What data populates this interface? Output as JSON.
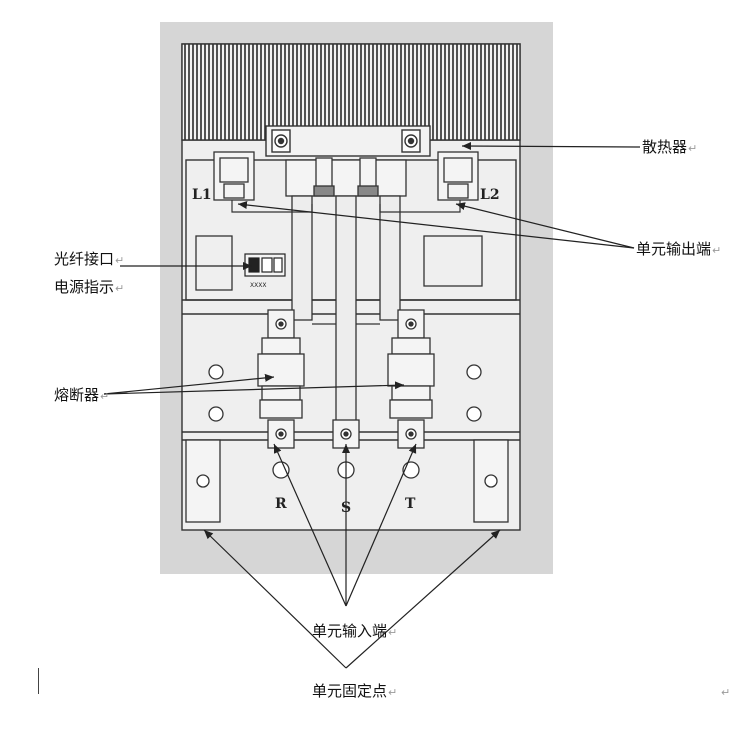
{
  "labels": {
    "heatsink": "散热器",
    "output_terminals": "单元输出端",
    "fiber_interface": "光纤接口",
    "power_indicator": "电源指示",
    "fuse": "熔断器",
    "input_terminals": "单元输入端",
    "fixing_points": "单元固定点"
  },
  "terminals": {
    "l1": "L1",
    "l2": "L2",
    "r": "R",
    "s": "S",
    "t": "T"
  },
  "connector_text": "XXXX",
  "return_mark": "↵",
  "colors": {
    "panel_bg": "#d6d6d6",
    "line": "#333333",
    "label": "#111111",
    "return_mark": "#9a9a9a"
  }
}
